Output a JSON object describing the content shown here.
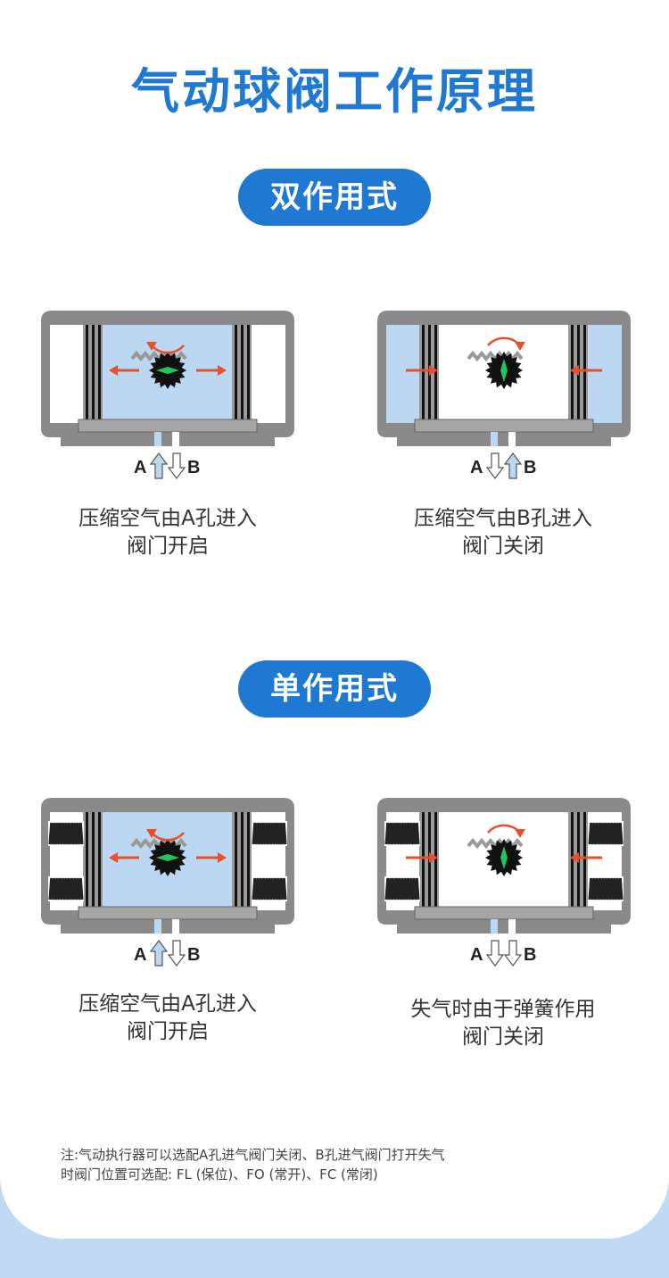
{
  "title": "气动球阀工作原理",
  "sections": [
    {
      "heading": "双作用式",
      "panels": [
        {
          "caption_l1": "压缩空气由A孔进入",
          "caption_l2": "阀门开启",
          "port_a": "A",
          "port_b": "B"
        },
        {
          "caption_l1": "压缩空气由B孔进入",
          "caption_l2": "阀门关闭",
          "port_a": "A",
          "port_b": "B"
        }
      ]
    },
    {
      "heading": "单作用式",
      "panels": [
        {
          "caption_l1": "压缩空气由A孔进入",
          "caption_l2": "阀门开启",
          "port_a": "A",
          "port_b": "B"
        },
        {
          "caption_l1": "失气时由于弹簧作用",
          "caption_l2": "阀门关闭",
          "port_a": "A",
          "port_b": "B"
        }
      ]
    }
  ],
  "note_l1": "注:气动执行器可以选配A孔进气阀门关闭、B孔进气阀门打开失气",
  "note_l2": "时阀门位置可选配: FL (保位)、FO (常开)、FC (常闭)",
  "colors": {
    "brand": "#1f78d1",
    "air": "#bcd7f2",
    "housing": "#8a8a8a",
    "arrow": "#e8502a",
    "indicator": "#22c55e"
  }
}
